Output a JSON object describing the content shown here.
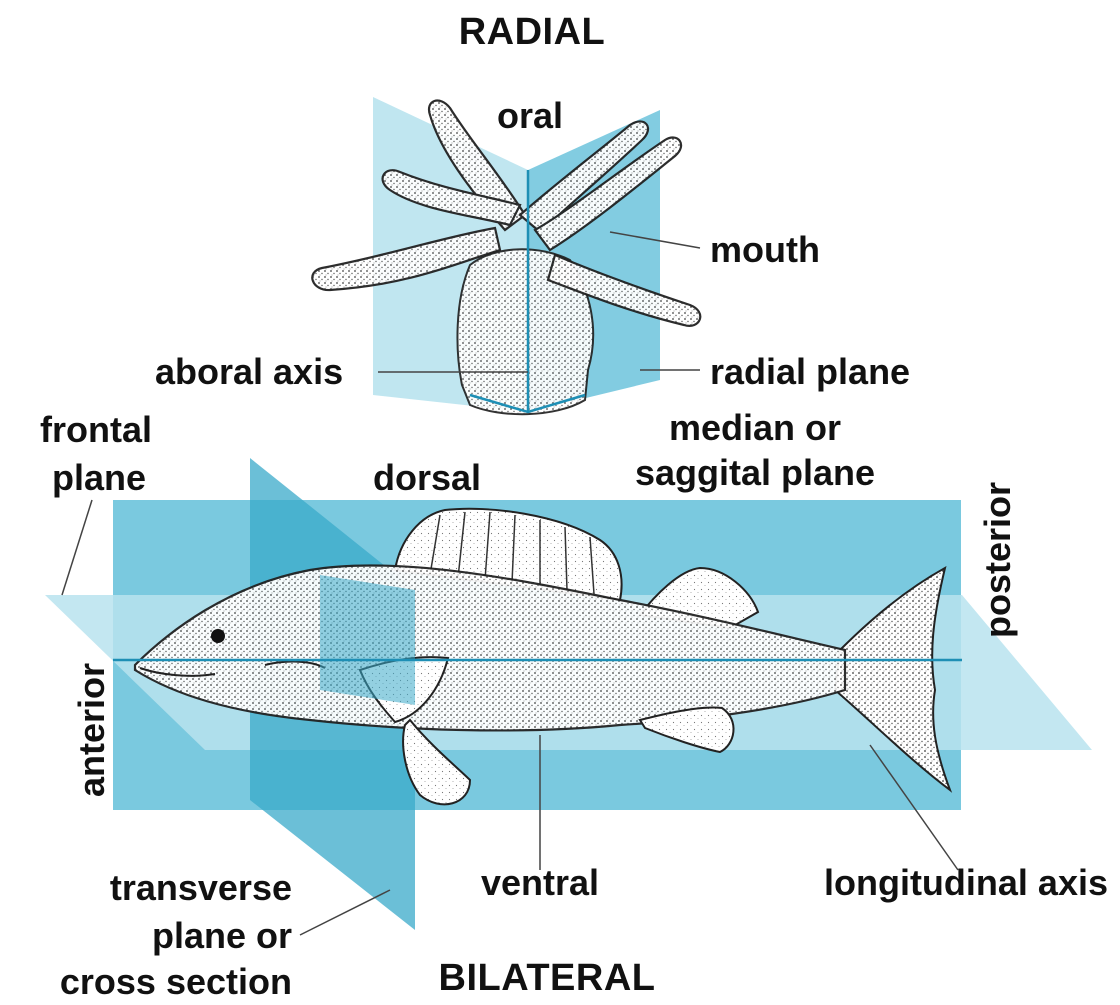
{
  "radial": {
    "title": "RADIAL",
    "labels": {
      "oral": "oral",
      "mouth": "mouth",
      "aboral_axis": "aboral axis",
      "radial_plane": "radial plane"
    }
  },
  "bilateral": {
    "title": "BILATERAL",
    "labels": {
      "frontal_plane_1": "frontal",
      "frontal_plane_2": "plane",
      "median_1": "median or",
      "median_2": "saggital plane",
      "dorsal": "dorsal",
      "posterior": "posterior",
      "anterior": "anterior",
      "ventral": "ventral",
      "longitudinal_axis": "longitudinal axis",
      "transverse_1": "transverse",
      "transverse_2": "plane or",
      "transverse_3": "cross section"
    }
  },
  "colors": {
    "plane_light": "#b9e3ee",
    "plane_mid": "#6cc3dc",
    "plane_dark": "#3aa9c9",
    "axis_line": "#1e8fb5",
    "ink": "#111111"
  }
}
